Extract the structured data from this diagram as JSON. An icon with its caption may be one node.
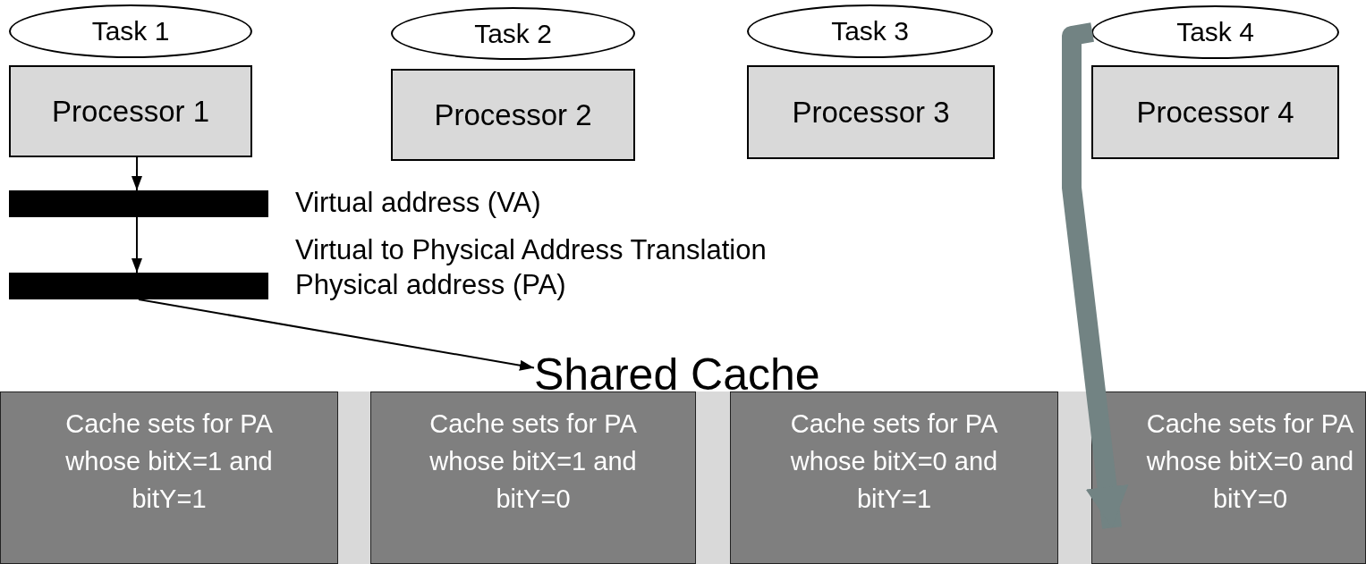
{
  "diagram": {
    "nodes": [
      {
        "text": [
          "Task 1"
        ]
      },
      {
        "text": [
          "Task 2"
        ]
      },
      {
        "text": [
          "Task 3"
        ]
      },
      {
        "text": [
          "Task 4"
        ]
      },
      {
        "text": [
          "Processor 1"
        ]
      },
      {
        "text": [
          "Processor 2"
        ]
      },
      {
        "text": [
          "Processor 3"
        ]
      },
      {
        "text": [
          "Processor 4"
        ]
      },
      {
        "text": [],
        "shape": "bar",
        "beside": [
          "Virtual address (VA)"
        ]
      },
      {
        "text": [],
        "shape": "bar",
        "beside": [
          "Physical address (PA)"
        ]
      },
      {
        "text": [
          "Shared Cache"
        ]
      },
      {
        "text": [
          "Cache sets for PA whose bitX=1 and bitY=1"
        ]
      },
      {
        "text": [
          "Cache sets for PA whose bitX=1 and bitY=0"
        ]
      },
      {
        "text": [
          "Cache sets for PA whose bitX=0 and bitY=1"
        ]
      },
      {
        "text": [
          "Cache sets for PA whose bitX=0 and bitY=0"
        ]
      }
    ],
    "edges": [
      {
        "from": 4,
        "to": 8,
        "arrow": "to"
      },
      {
        "from": 8,
        "to": 9,
        "arrow": "to"
      },
      {
        "from": 9,
        "to": 10,
        "arrow": "to"
      },
      {
        "from": 3,
        "to": 14,
        "arrow": "to",
        "style": "thick",
        "color": "#728383"
      }
    ],
    "labels": [
      "Virtual to Physical Address Translation"
    ]
  }
}
